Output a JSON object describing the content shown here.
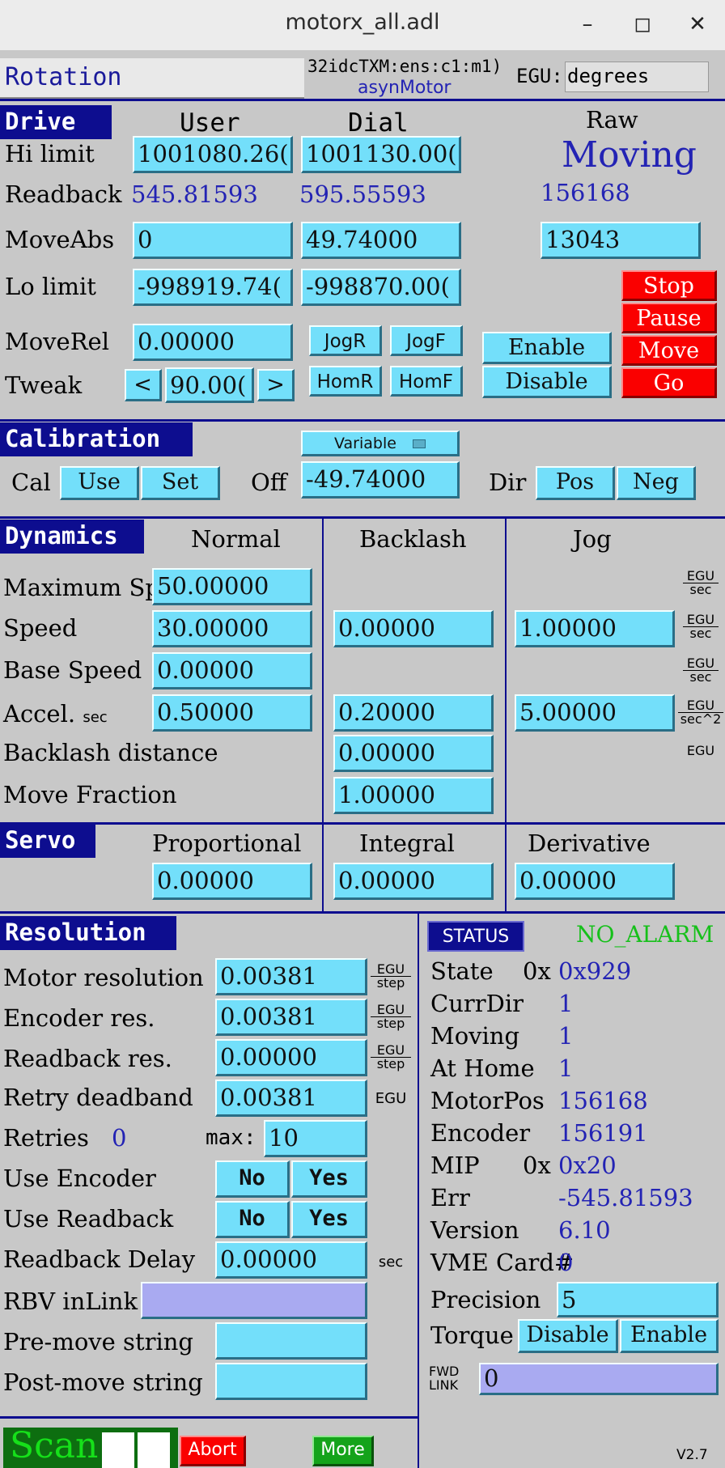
{
  "window": {
    "title": "motorx_all.adl",
    "minimize": "–",
    "maximize": "◻",
    "close": "✕"
  },
  "header": {
    "description": "Rotation",
    "pv": "32idcTXM:ens:c1:m1)",
    "record_type": "asynMotor",
    "egu_label": "EGU:",
    "egu_value": "degrees"
  },
  "drive": {
    "title": "Drive",
    "col_user": "User",
    "col_dial": "Dial",
    "col_raw": "Raw",
    "moving_text": "Moving",
    "hi_limit": {
      "label": "Hi limit",
      "user": "1001080.26(",
      "dial": "1001130.00("
    },
    "readback": {
      "label": "Readback",
      "user": "545.81593",
      "dial": "595.55593",
      "raw": "156168"
    },
    "move_abs": {
      "label": "MoveAbs",
      "user": "0",
      "dial": "49.74000",
      "raw": "13043"
    },
    "lo_limit": {
      "label": "Lo limit",
      "user": "-998919.74(",
      "dial": "-998870.00("
    },
    "move_rel": {
      "label": "MoveRel",
      "value": "0.00000"
    },
    "tweak": {
      "label": "Tweak",
      "left": "<",
      "value": "90.00(",
      "right": ">"
    },
    "jog_r": "JogR",
    "jog_f": "JogF",
    "hom_r": "HomR",
    "hom_f": "HomF",
    "enable": "Enable",
    "disable": "Disable",
    "stop": "Stop",
    "pause": "Pause",
    "move": "Move",
    "go": "Go"
  },
  "calibration": {
    "title": "Calibration",
    "menu": "Variable",
    "cal_label": "Cal",
    "use": "Use",
    "set": "Set",
    "off_label": "Off",
    "off_value": "-49.74000",
    "dir_label": "Dir",
    "pos": "Pos",
    "neg": "Neg"
  },
  "dynamics": {
    "title": "Dynamics",
    "col_normal": "Normal",
    "col_backlash": "Backlash",
    "col_jog": "Jog",
    "max_speed": {
      "label": "Maximum Spd",
      "normal": "50.00000"
    },
    "speed": {
      "label": "Speed",
      "normal": "30.00000",
      "backlash": "0.00000",
      "jog": "1.00000"
    },
    "base_speed": {
      "label": "Base Speed",
      "normal": "0.00000"
    },
    "accel": {
      "label": "Accel.",
      "sub": "sec",
      "normal": "0.50000",
      "backlash": "0.20000",
      "jog": "5.00000"
    },
    "backlash_distance": {
      "label": "Backlash distance",
      "value": "0.00000"
    },
    "move_fraction": {
      "label": "Move Fraction",
      "value": "1.00000"
    },
    "units": {
      "egu": "EGU",
      "sec": "sec",
      "sec2": "sec^2"
    }
  },
  "servo": {
    "title": "Servo",
    "col_p": "Proportional",
    "col_i": "Integral",
    "col_d": "Derivative",
    "p": "0.00000",
    "i": "0.00000",
    "d": "0.00000"
  },
  "resolution": {
    "title": "Resolution",
    "motor_res": {
      "label": "Motor resolution",
      "value": "0.00381"
    },
    "encoder_res": {
      "label": "Encoder res.",
      "value": "0.00381"
    },
    "readback_res": {
      "label": "Readback res.",
      "value": "0.00000"
    },
    "retry_deadband": {
      "label": "Retry deadband",
      "value": "0.00381"
    },
    "retries": {
      "label": "Retries",
      "value": "0",
      "max_label": "max:",
      "max_value": "10"
    },
    "use_encoder": {
      "label": "Use Encoder",
      "no": "No",
      "yes": "Yes"
    },
    "use_readback": {
      "label": "Use Readback",
      "no": "No",
      "yes": "Yes"
    },
    "readback_delay": {
      "label": "Readback Delay",
      "value": "0.00000",
      "unit": "sec"
    },
    "rbv_inlink": {
      "label": "RBV inLink",
      "value": ""
    },
    "premove": {
      "label": "Pre-move string",
      "value": ""
    },
    "postmove": {
      "label": "Post-move string",
      "value": ""
    },
    "units": {
      "egu": "EGU",
      "step": "step"
    }
  },
  "status": {
    "button": "STATUS",
    "alarm": "NO_ALARM",
    "state": {
      "label": "State",
      "prefix": "0x",
      "value": "0x929"
    },
    "curr_dir": {
      "label": "CurrDir",
      "value": "1"
    },
    "moving": {
      "label": "Moving",
      "value": "1"
    },
    "at_home": {
      "label": "At Home",
      "value": "1"
    },
    "motor_pos": {
      "label": "MotorPos",
      "value": "156168"
    },
    "encoder": {
      "label": "Encoder",
      "value": "156191"
    },
    "mip": {
      "label": "MIP",
      "prefix": "0x",
      "value": "0x20"
    },
    "err": {
      "label": "Err",
      "value": "-545.81593"
    },
    "version": {
      "label": "Version",
      "value": "6.10"
    },
    "vme_card": {
      "label": "VME Card#",
      "value": "0"
    },
    "precision": {
      "label": "Precision",
      "value": "5"
    },
    "torque": {
      "label": "Torque",
      "disable": "Disable",
      "enable": "Enable"
    },
    "fwd_link": {
      "label1": "FWD",
      "label2": "LINK",
      "value": "0"
    }
  },
  "footer": {
    "scan": "Scan",
    "abort": "Abort",
    "more": "More",
    "version": "V2.7"
  },
  "colors": {
    "field": "#73dffa",
    "header": "#0d0d8f",
    "alarm_ok": "#16c01a",
    "red_button": "#fa0000",
    "background": "#c8c8c8"
  }
}
